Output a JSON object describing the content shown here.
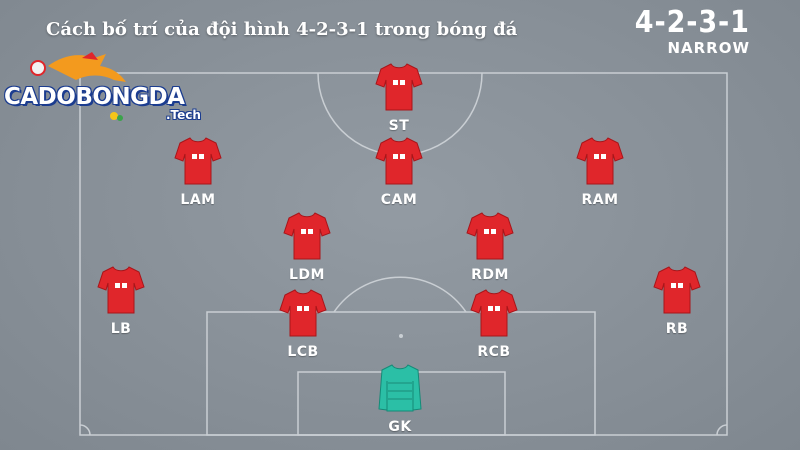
{
  "header": {
    "title": "Cách bố trí của đội hình 4-2-3-1 trong bóng đá",
    "formation": "4-2-3-1",
    "formation_variant": "NARROW"
  },
  "logo": {
    "name": "CADOBONGDA",
    "suffix": ".Tech"
  },
  "colors": {
    "outfield_kit": "#e0262b",
    "goalkeeper_kit": "#2bbfa6",
    "pitch_lines": "#c9ced3"
  },
  "players": [
    {
      "pos": "ST"
    },
    {
      "pos": "LAM"
    },
    {
      "pos": "CAM"
    },
    {
      "pos": "RAM"
    },
    {
      "pos": "LDM"
    },
    {
      "pos": "RDM"
    },
    {
      "pos": "LB"
    },
    {
      "pos": "LCB"
    },
    {
      "pos": "RCB"
    },
    {
      "pos": "RB"
    },
    {
      "pos": "GK"
    }
  ]
}
